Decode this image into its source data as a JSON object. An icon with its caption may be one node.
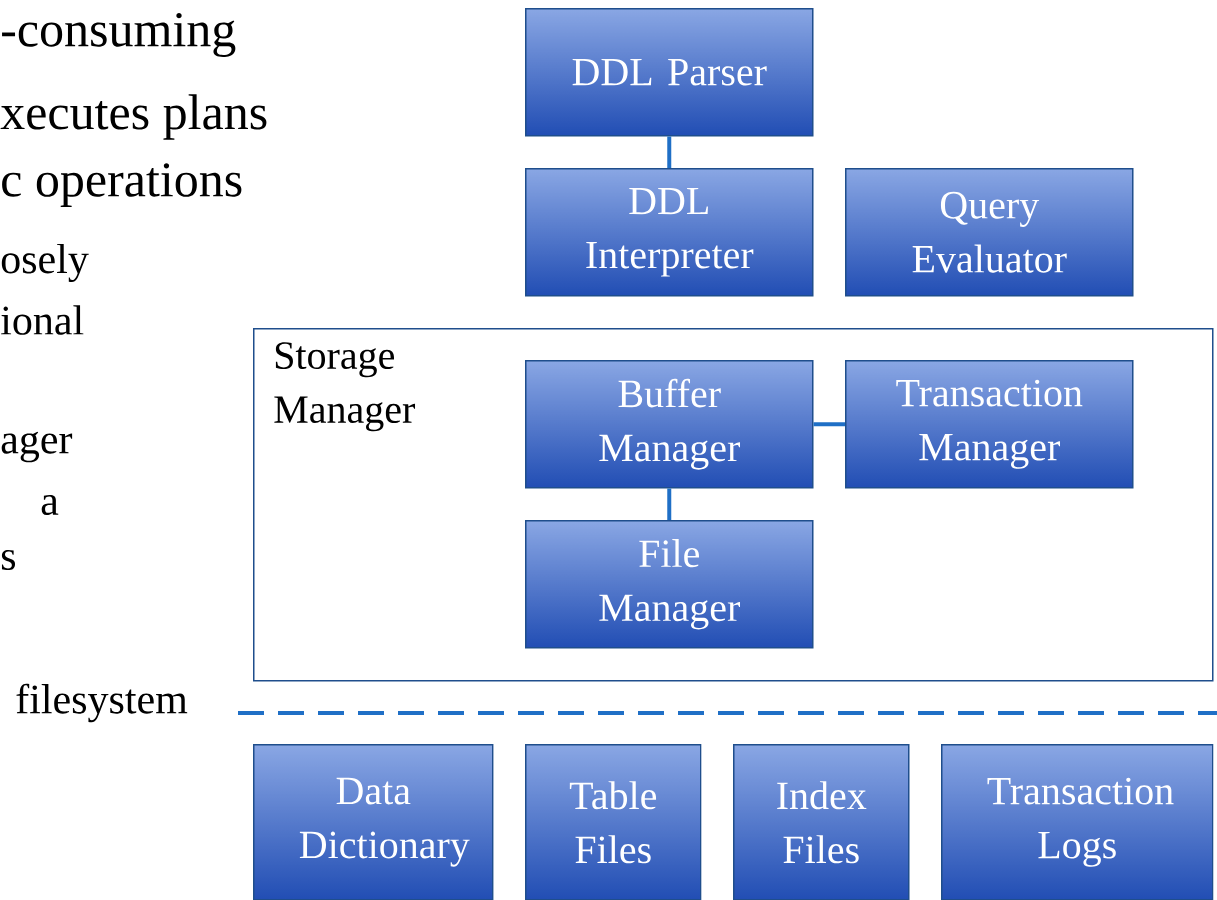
{
  "diagram": {
    "nodes": [
      {
        "text": [
          "DDL Parser"
        ]
      },
      {
        "text": [
          "DDL Interpreter"
        ]
      },
      {
        "text": [
          "Query Evaluator"
        ]
      },
      {
        "text": [
          "Storage Manager"
        ]
      },
      {
        "text": [
          "Buffer Manager"
        ],
        "in": 3
      },
      {
        "text": [
          "Transaction Manager"
        ],
        "in": 3
      },
      {
        "text": [
          "File Manager"
        ],
        "in": 3
      },
      {
        "text": [
          "Data Dictionary"
        ]
      },
      {
        "text": [
          "Table Files"
        ]
      },
      {
        "text": [
          "Index Files"
        ]
      },
      {
        "text": [
          "Transaction Logs"
        ]
      }
    ],
    "edges": [
      {
        "from": 0,
        "to": 1,
        "arrow": "none"
      },
      {
        "from": 4,
        "to": 5,
        "arrow": "none"
      },
      {
        "from": 4,
        "to": 6,
        "arrow": "none"
      }
    ],
    "labels": [
      "-consuming",
      "xecutes plans",
      "c operations",
      "osely",
      "ional",
      "ager",
      "a",
      "s",
      "filesystem"
    ]
  }
}
